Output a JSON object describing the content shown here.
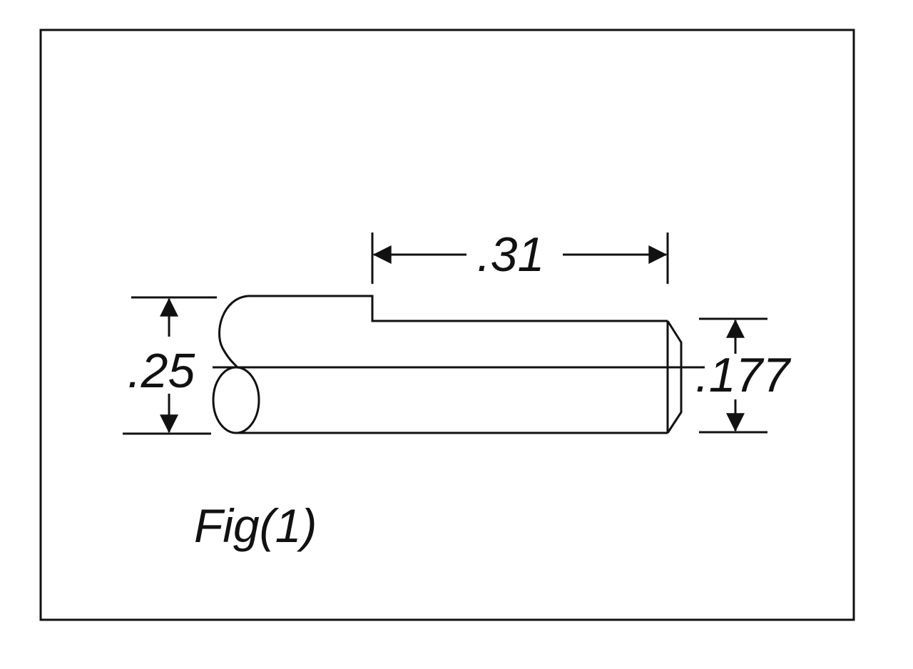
{
  "figure": {
    "caption": "Fig(1)",
    "dimensions": {
      "overall_diameter": ".25",
      "flat_length": ".31",
      "flat_depth": ".177"
    }
  },
  "colors": {
    "ink": "#111111",
    "background": "#ffffff"
  }
}
